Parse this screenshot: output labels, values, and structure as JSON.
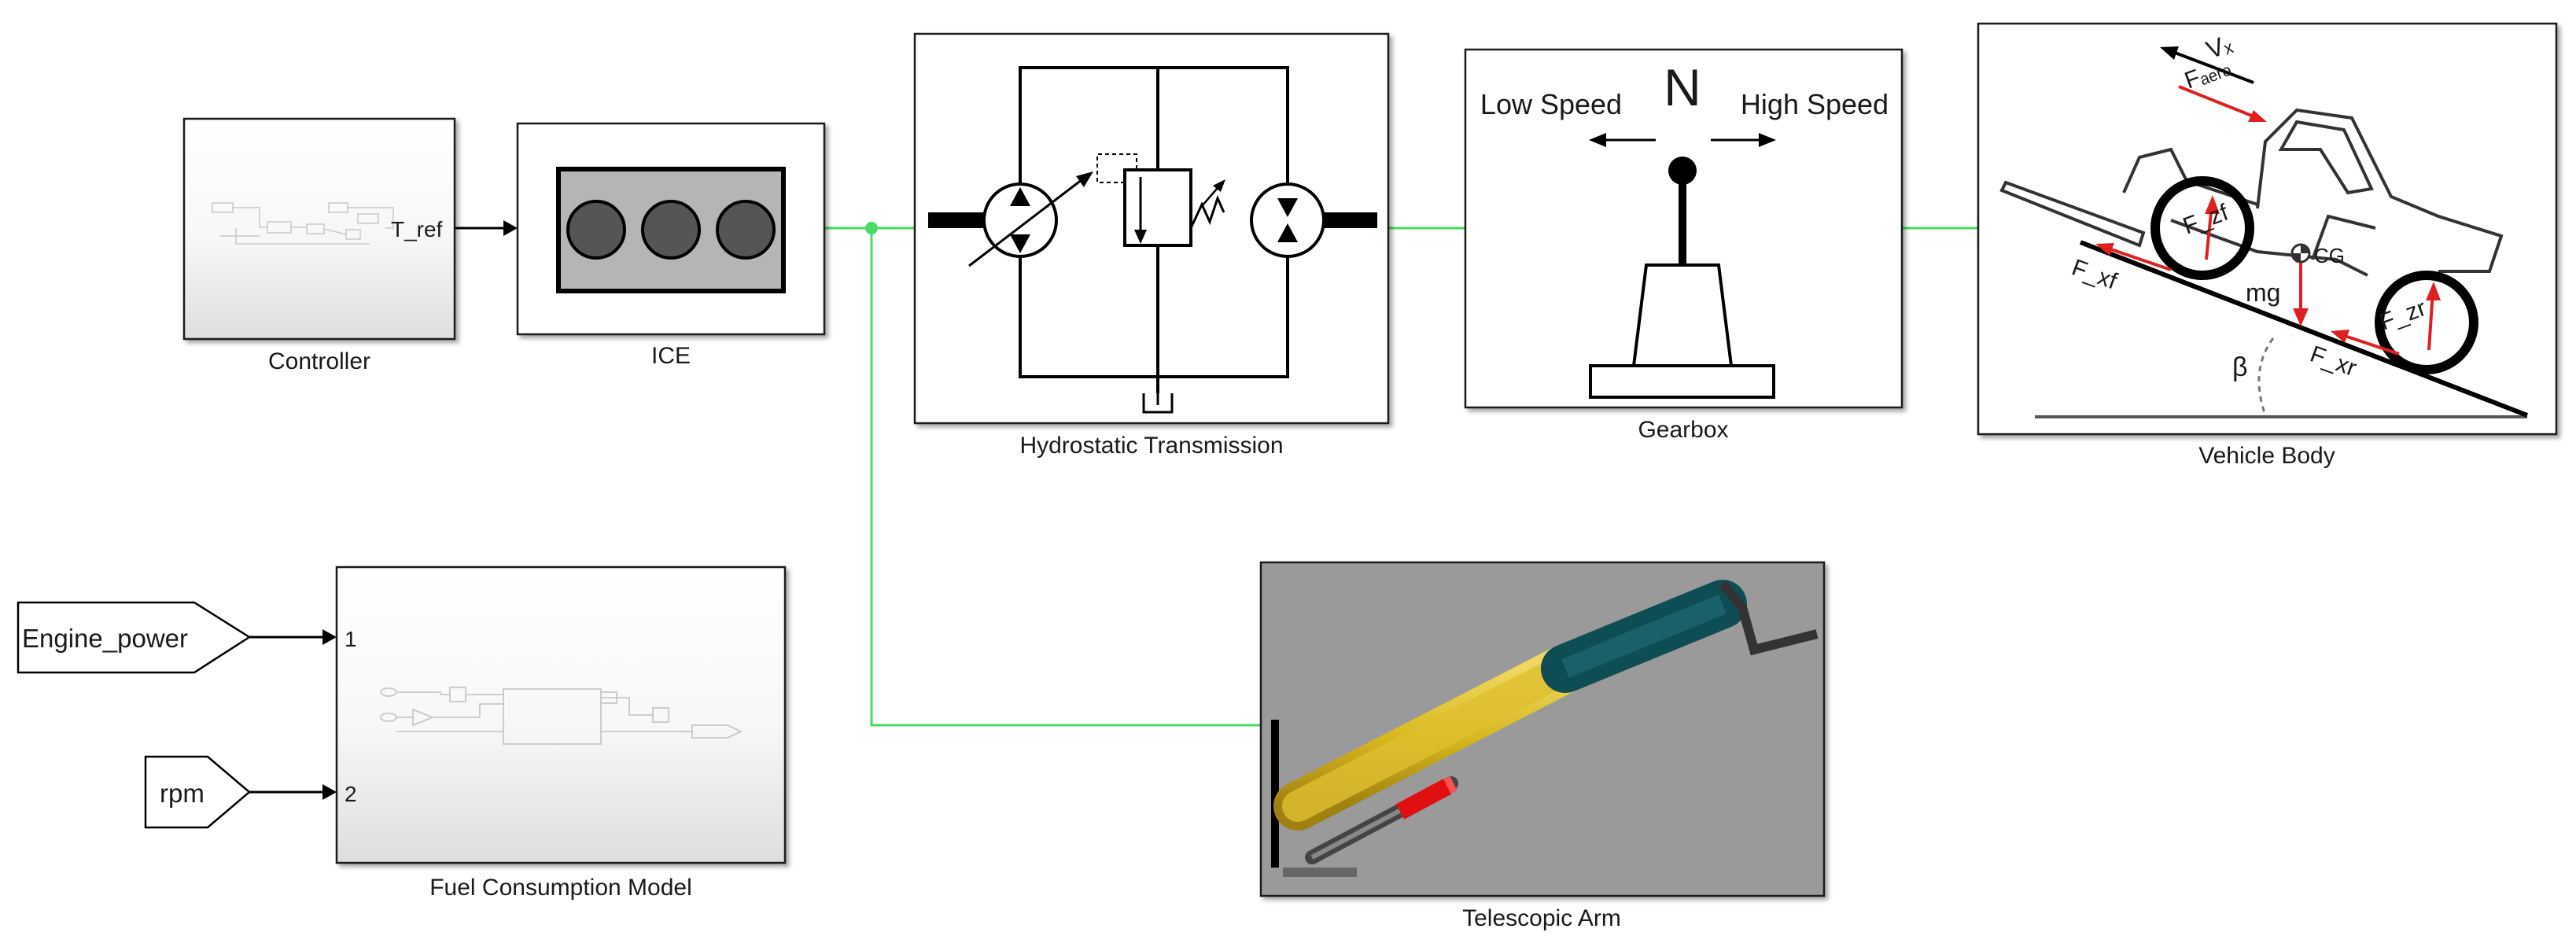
{
  "blocks": {
    "controller": {
      "label": "Controller",
      "port_out": "T_ref"
    },
    "ice": {
      "label": "ICE"
    },
    "hydrostatic": {
      "label": "Hydrostatic Transmission"
    },
    "gearbox": {
      "label": "Gearbox",
      "neutral": "N",
      "low": "Low Speed",
      "high": "High Speed"
    },
    "vehicle": {
      "label": "Vehicle Body",
      "vx": "Vₓ",
      "faero": "Fₐₑᵣₒ",
      "fzf": "F_zf",
      "fzr": "F_zr",
      "fxf": "F_xf",
      "fxr": "F_xr",
      "mg": "mg",
      "cg": "CG",
      "beta": "β"
    },
    "fuel": {
      "label": "Fuel Consumption Model",
      "in1": "1",
      "in2": "2"
    },
    "arm": {
      "label": "Telescopic Arm"
    }
  },
  "from_tags": [
    {
      "name": "Engine_power"
    },
    {
      "name": "rpm"
    }
  ],
  "colors": {
    "physical_connection": "#4cd964",
    "arm_background": "#9a9a9a",
    "arm_yellow": "#e0c030",
    "arm_teal": "#0f4d55",
    "arm_red": "#e01010",
    "force_red": "#e02020",
    "ice_gray": "#b5b5b5",
    "cylinder_gray": "#555555"
  }
}
